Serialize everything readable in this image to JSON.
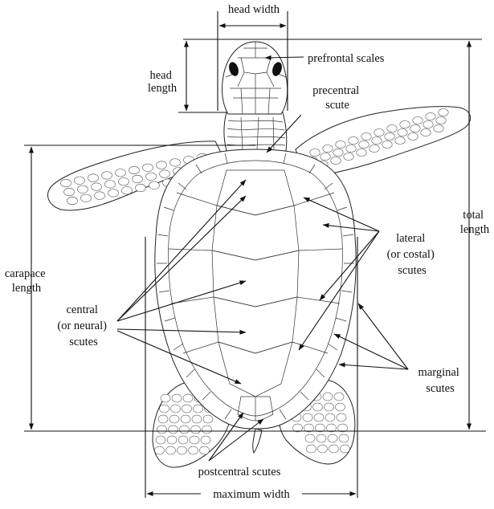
{
  "labels": {
    "head_width": "head width",
    "head_length": [
      "head",
      "length"
    ],
    "prefrontal_scales": "prefrontal scales",
    "precentral_scute": [
      "precentral",
      "scute"
    ],
    "total_length": [
      "total",
      "length"
    ],
    "carapace_length": [
      "carapace",
      "length"
    ],
    "lateral_scutes": [
      "lateral",
      "(or costal)",
      "scutes"
    ],
    "central_scutes": [
      "central",
      "(or neural)",
      "scutes"
    ],
    "marginal_scutes": [
      "marginal",
      "scutes"
    ],
    "postcentral_scutes": "postcentral scutes",
    "maximum_width": "maximum width"
  }
}
